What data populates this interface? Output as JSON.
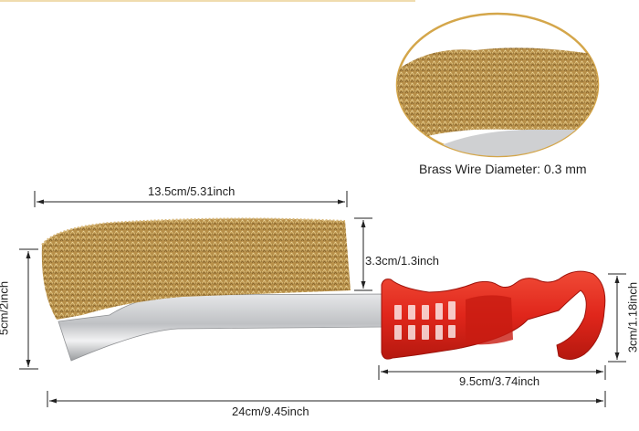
{
  "product": {
    "name": "Brass wire brush with red plastic handle",
    "colors": {
      "bristle": "#b8904a",
      "bristle_light": "#d9b97a",
      "bristle_dark": "#7a5a28",
      "steel": "#b5b7ba",
      "steel_light": "#e3e4e6",
      "handle": "#e0261b",
      "handle_dark": "#a5140c",
      "dimension_line": "#222222",
      "inset_border": "#d4a64a"
    }
  },
  "inset": {
    "caption": "Brass Wire Diameter: 0.3 mm"
  },
  "dimensions": {
    "bristle_length": "13.5cm/5.31inch",
    "bristle_height": "3.3cm/1.3inch",
    "total_height": "5cm/2inch",
    "handle_height": "3cm/1.18inch",
    "handle_length": "9.5cm/3.74inch",
    "total_length": "24cm/9.45inch"
  }
}
